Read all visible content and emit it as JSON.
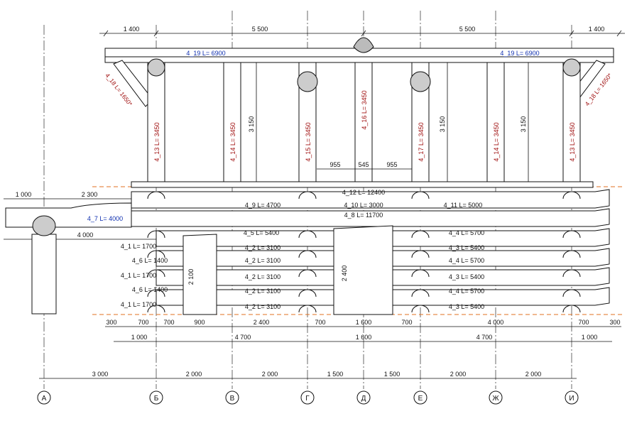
{
  "top_dims": {
    "d1": "1 400",
    "d2": "5 500",
    "d3": "5 500",
    "d4": "1 400"
  },
  "roof_labels": {
    "left": "4_19 L= 6900",
    "right": "4_19 L= 6900",
    "brace_left": "4_18 L= 1650*",
    "brace_right": "4_18 L= 1650*"
  },
  "post_labels": [
    "4_13 L= 3450",
    "4_14 L= 3450",
    "4_15 L= 3450",
    "4_16 L= 3450",
    "4_17 L= 3450",
    "4_14 L= 3450",
    "4_13 L= 3450"
  ],
  "height_dims": [
    "3 150",
    "3 150",
    "3 150"
  ],
  "span_dims": [
    "955",
    "545",
    "955"
  ],
  "left_dims": {
    "a": "1 000",
    "b": "2 300",
    "c": "4 000"
  },
  "beam_labels": {
    "b412": "4_12 L= 12400",
    "b47": "4_7 L= 4000",
    "b49": "4_9 L= 4700",
    "b410": "4_10 L= 3000",
    "b411": "4_11 L= 5000",
    "b48": "4_8 L= 11700",
    "b45": "4_5 L= 5400",
    "b44a": "4_4 L= 5700",
    "b41a": "4_1 L= 1700",
    "b42a": "4_2 L= 3100",
    "b43a": "4_3 L= 5400",
    "b46a": "4_6 L= 1400",
    "b42b": "4_2 L= 3100",
    "b44b": "4_4 L= 5700",
    "b41b": "4_1 L= 1700",
    "b42c": "4_2 L= 3100",
    "b43b": "4_3 L= 5400",
    "b46b": "4_6 L= 1400",
    "b42d": "4_2 L= 3100",
    "b44c": "4_4 L= 5700",
    "b41c": "4_1 L= 1700",
    "b42e": "4_2 L= 3100",
    "b43c": "4_3 L= 5400"
  },
  "stair_dims": [
    "2 100",
    "2 400"
  ],
  "bottom_row1": [
    "300",
    "700",
    "700",
    "900",
    "2 400",
    "700",
    "1 600",
    "700",
    "4 000",
    "700",
    "300"
  ],
  "bottom_row2": [
    "1 000",
    "4 700",
    "1 600",
    "4 700",
    "1 000"
  ],
  "axis_dims": [
    "3 000",
    "2 000",
    "2 000",
    "1 500",
    "1 500",
    "2 000",
    "2 000"
  ],
  "axes": [
    "А",
    "Б",
    "В",
    "Г",
    "Д",
    "Е",
    "Ж",
    "И"
  ]
}
